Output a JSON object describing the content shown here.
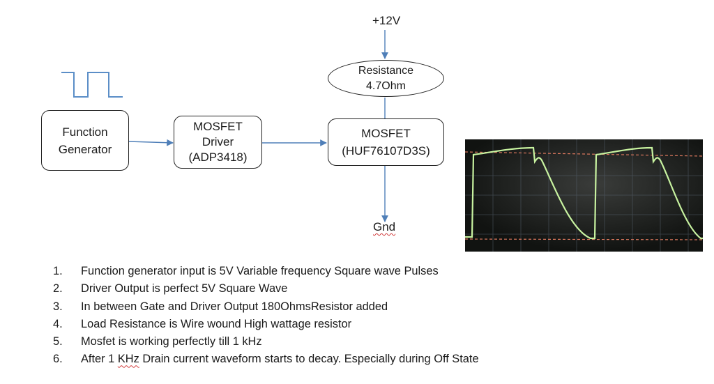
{
  "diagram": {
    "supply_label": "+12V",
    "ground_label": "Gnd",
    "resistor": {
      "line1": "Resistance",
      "line2": "4.7Ohm"
    },
    "function_generator": {
      "line1": "Function",
      "line2": "Generator"
    },
    "driver": {
      "line1": "MOSFET",
      "line2": "Driver",
      "line3": "(ADP3418)"
    },
    "mosfet": {
      "line1": "MOSFET",
      "line2": "(HUF76107D3S)"
    },
    "input_signal_icon": "square-wave-icon",
    "connector_color": "#4f7fb8"
  },
  "oscilloscope": {
    "background_color": "#1b1d1b",
    "trace_color": "#c8f3a0",
    "marker_color": "#e07a5f"
  },
  "notes": [
    {
      "num": "1.",
      "text": "Function generator input is 5V Variable frequency Square wave Pulses"
    },
    {
      "num": "2.",
      "text": "Driver Output is perfect 5V Square Wave"
    },
    {
      "num": "3.",
      "text": "In between Gate and Driver Output 180OhmsResistor added"
    },
    {
      "num": "4.",
      "text": "Load Resistance is Wire wound High wattage resistor"
    },
    {
      "num": "5.",
      "text": "Mosfet is working perfectly till 1 kHz"
    },
    {
      "num": "6.",
      "text_before": "After 1 ",
      "text_mark": "KHz",
      "text_after": " Drain current waveform starts to decay. Especially during Off State"
    }
  ]
}
